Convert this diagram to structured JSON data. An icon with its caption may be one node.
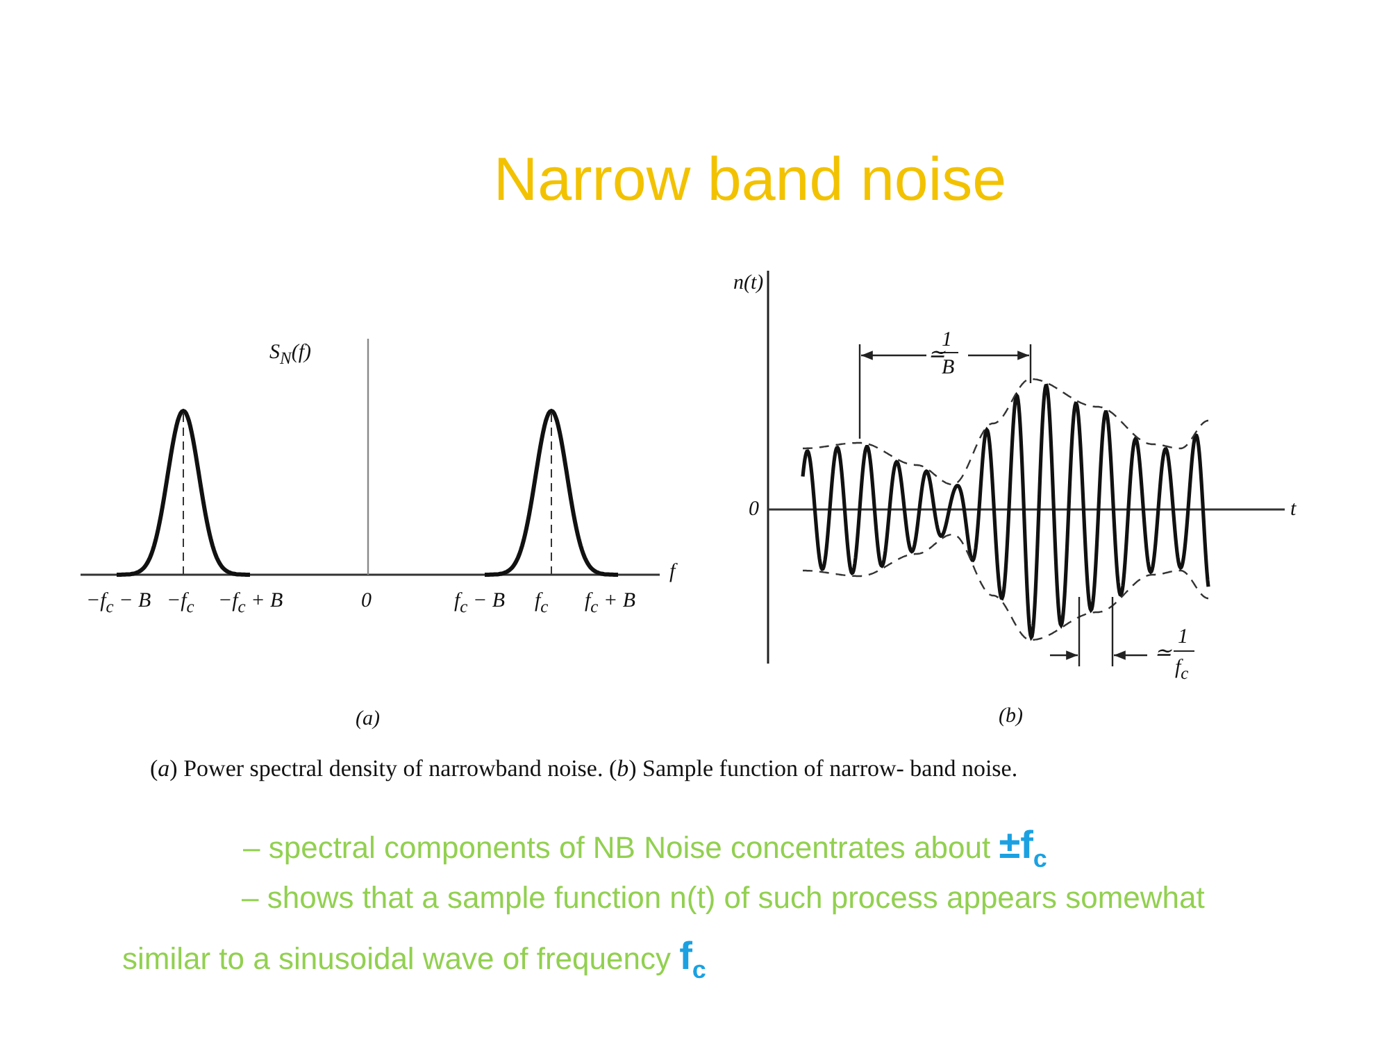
{
  "diagram": {
    "title": "Narrow band noise",
    "caption": "(*a*) Power spectral density of narrowband noise. (*b*) Sample function of narrow- band noise.",
    "labels": [
      "n(t)",
      "≃",
      "1",
      "B",
      "S$_{N}$(f)",
      "0",
      "t",
      "f",
      "−f$_{c}$ − B",
      "−f$_{c}$",
      "−f$_{c}$ + B",
      "0",
      "f$_{c}$ − B",
      "f$_{c}$",
      "f$_{c}$ + B",
      "≃",
      "1",
      "f$_{c}$",
      "(a)",
      "(b)",
      "– spectral components of NB Noise concentrates about **±f$_{c}$**",
      "– shows that a sample function n(t) of such process appears somewhat similar to a sinusoidal wave of frequency **f$_{c}$**"
    ]
  }
}
